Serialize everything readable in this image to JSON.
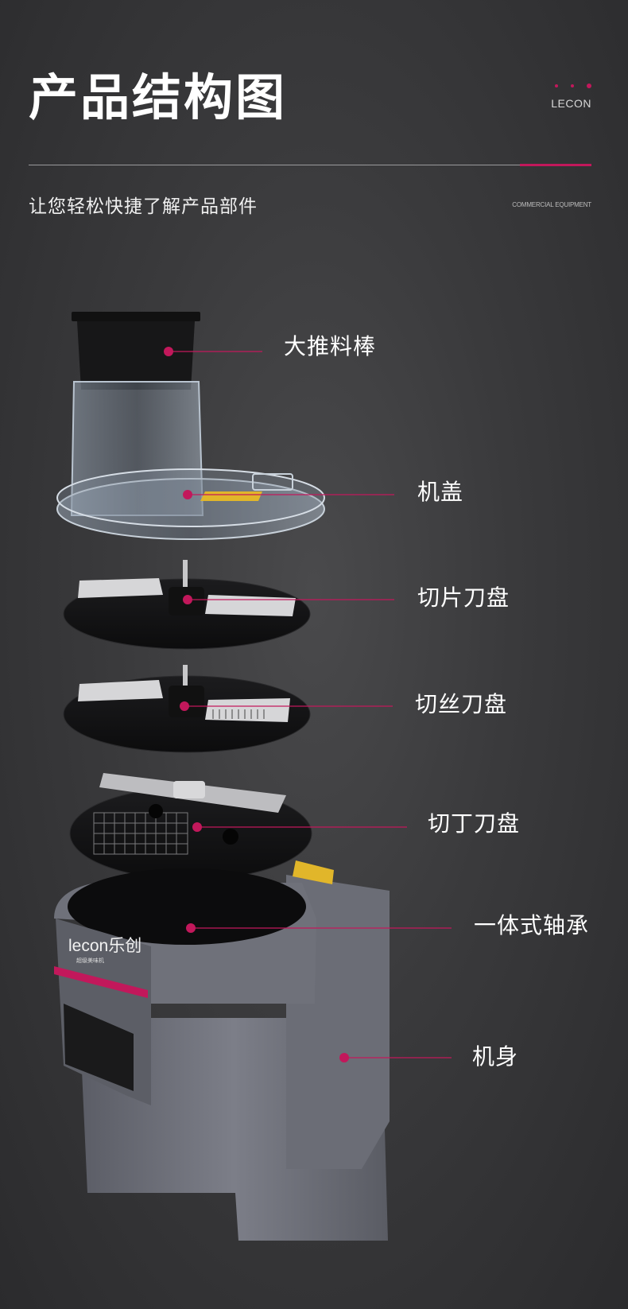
{
  "header": {
    "title": "产品结构图",
    "brand": "LECON",
    "subtitle": "让您轻松快捷了解产品部件",
    "tagline": "COMMERCIAL EQUIPMENT"
  },
  "colors": {
    "accent": "#c2185b",
    "background": "#3a3a3c"
  },
  "parts": [
    {
      "label": "大推料棒"
    },
    {
      "label": "机盖"
    },
    {
      "label": "切片刀盘"
    },
    {
      "label": "切丝刀盘"
    },
    {
      "label": "切丁刀盘"
    },
    {
      "label": "一体式轴承"
    },
    {
      "label": "机身"
    }
  ],
  "logo": {
    "text": "lecon乐创",
    "small": "超级美味机"
  }
}
